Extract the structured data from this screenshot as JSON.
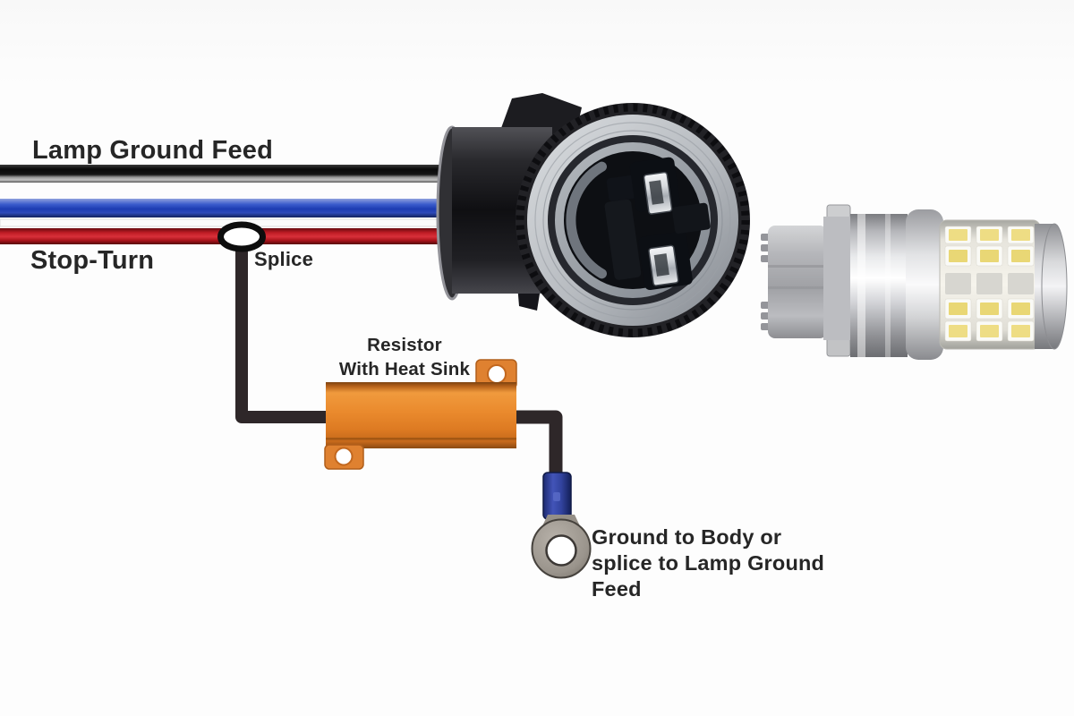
{
  "labels": {
    "lamp_ground_feed": "Lamp Ground Feed",
    "stop_turn": "Stop-Turn",
    "splice": "Splice",
    "resistor_line1": "Resistor",
    "resistor_line2": "With Heat Sink",
    "ground_line1": "Ground to Body or",
    "ground_line2": "splice to Lamp Ground",
    "ground_line3": "Feed"
  },
  "colors": {
    "wire_black": "#141414",
    "wire_blue": "#2743b3",
    "wire_white": "#fbfbfb",
    "wire_red": "#c32028",
    "resistor_orange": "#e6832a",
    "crimp_blue": "#33409b",
    "ring_terminal_gray": "#9a948c",
    "label_text": "#262626"
  }
}
